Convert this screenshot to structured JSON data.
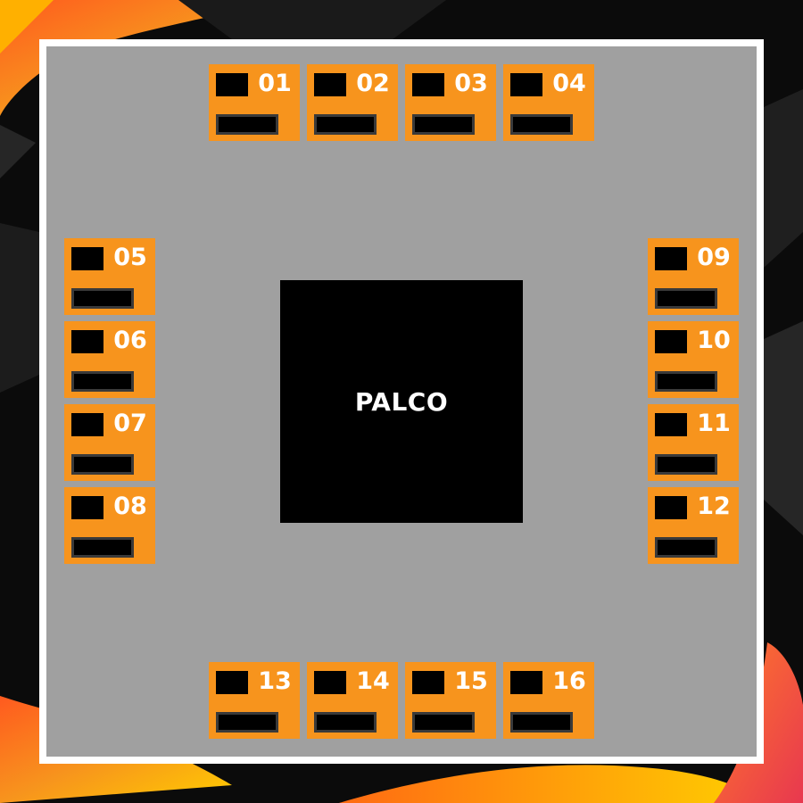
{
  "background": {
    "accent_colors": [
      "#f7941d",
      "#ffcc00",
      "#e8384f",
      "#0b0b0b"
    ]
  },
  "venue": {
    "floor_color": "#a0a0a0",
    "frame_color": "#ffffff",
    "stage": {
      "label": "PALCO",
      "color": "#000000"
    },
    "booth_color": "#f7941d",
    "booths": [
      {
        "number": "01"
      },
      {
        "number": "02"
      },
      {
        "number": "03"
      },
      {
        "number": "04"
      },
      {
        "number": "05"
      },
      {
        "number": "06"
      },
      {
        "number": "07"
      },
      {
        "number": "08"
      },
      {
        "number": "09"
      },
      {
        "number": "10"
      },
      {
        "number": "11"
      },
      {
        "number": "12"
      },
      {
        "number": "13"
      },
      {
        "number": "14"
      },
      {
        "number": "15"
      },
      {
        "number": "16"
      }
    ]
  }
}
